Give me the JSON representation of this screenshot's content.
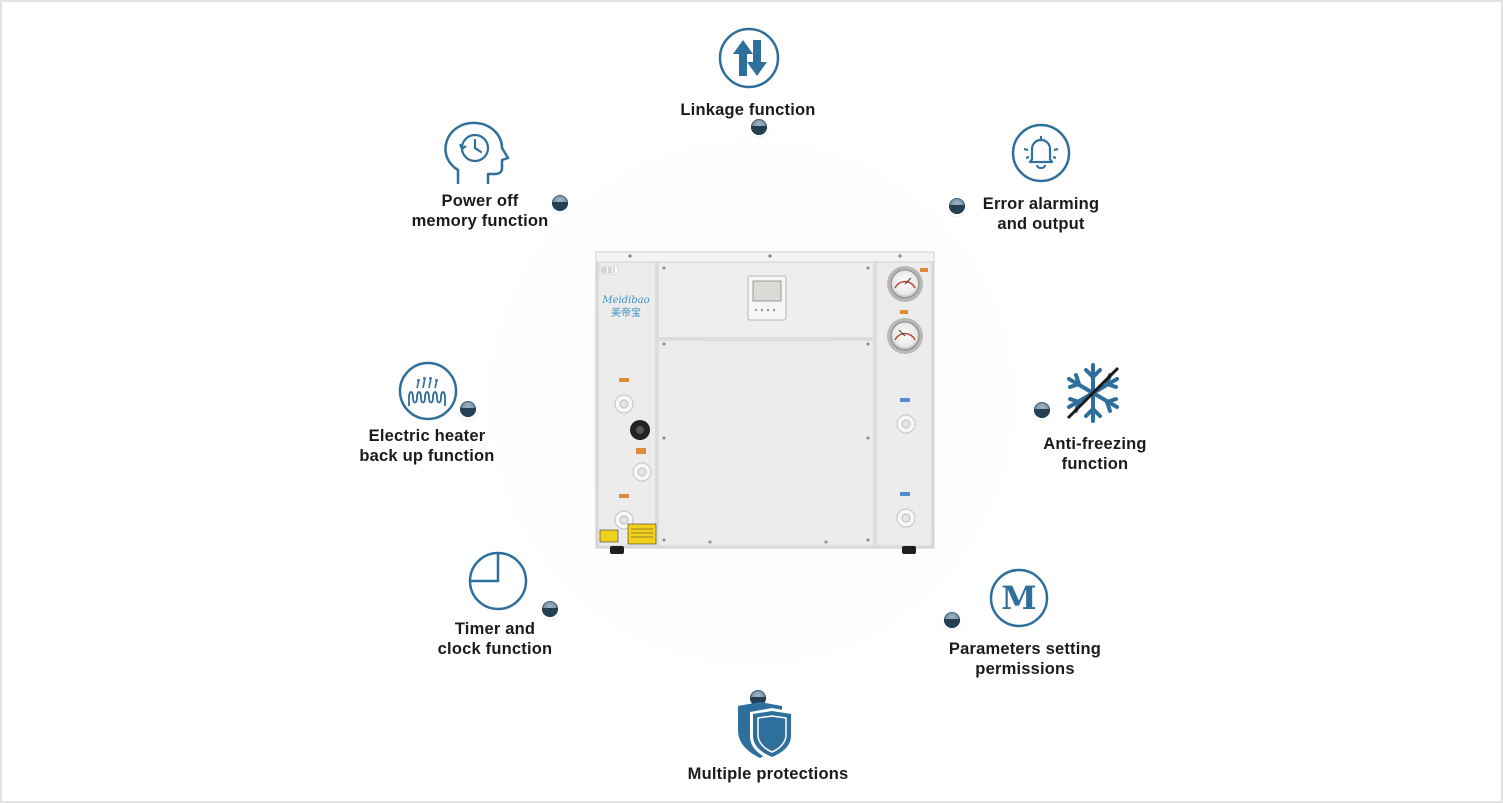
{
  "features": {
    "linkage": {
      "icon": "linkage-arrows-icon",
      "line1": "Linkage function"
    },
    "power_off": {
      "icon": "head-clock-icon",
      "line1": "Power off",
      "line2": "memory function"
    },
    "error_alarm": {
      "icon": "alarm-bell-icon",
      "line1": "Error alarming",
      "line2": "and output"
    },
    "electric_heater": {
      "icon": "heater-coil-icon",
      "line1": "Electric heater",
      "line2": "back up function"
    },
    "anti_freezing": {
      "icon": "snowflake-crossed-icon",
      "line1": "Anti-freezing",
      "line2": "function"
    },
    "timer": {
      "icon": "clock-quarter-icon",
      "line1": "Timer and",
      "line2": "clock function"
    },
    "parameters": {
      "icon": "m-letter-icon",
      "line1": "Parameters setting",
      "line2": "permissions"
    },
    "protections": {
      "icon": "double-shield-icon",
      "line1": "Multiple protections"
    }
  },
  "product": {
    "brand": "Meidibao",
    "brand_cn": "美帝宝"
  },
  "colors": {
    "icon_blue": "#2f6f9b",
    "label_text": "#1b1b1b",
    "dot": "#2a4e66",
    "unit_body": "#ededed"
  }
}
